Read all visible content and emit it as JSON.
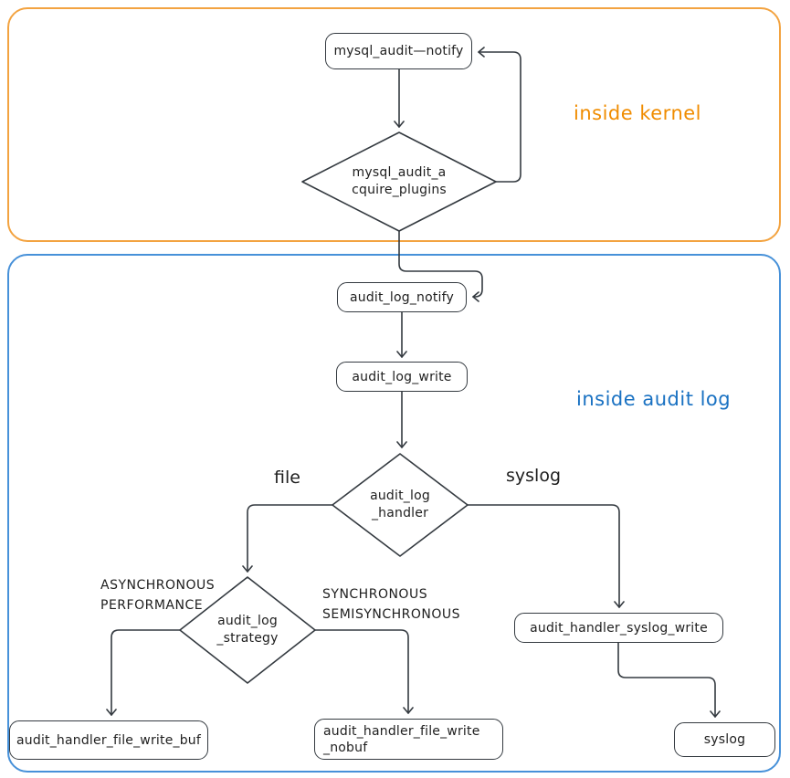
{
  "regions": {
    "kernel": {
      "label": "inside kernel",
      "border_color": "#f3a340",
      "label_color": "#f08c00"
    },
    "audit_log": {
      "label": "inside audit log",
      "border_color": "#4791d9",
      "label_color": "#1971c2"
    }
  },
  "nodes": {
    "mysql_audit_notify": {
      "label": "mysql_audit—notify"
    },
    "mysql_audit_acquire_plugins": {
      "line1": "mysql_audit_a",
      "line2": "cquire_plugins"
    },
    "audit_log_notify": {
      "label": "audit_log_notify"
    },
    "audit_log_write": {
      "label": "audit_log_write"
    },
    "audit_log_handler": {
      "line1": "audit_log",
      "line2": "_handler"
    },
    "audit_log_strategy": {
      "line1": "audit_log",
      "line2": "_strategy"
    },
    "audit_handler_syslog_write": {
      "label": "audit_handler_syslog_write"
    },
    "audit_handler_file_write_buf": {
      "label": "audit_handler_file_write_buf"
    },
    "audit_handler_file_write_nobuf": {
      "line1": "audit_handler_file_write",
      "line2": "_nobuf"
    },
    "syslog": {
      "label": "syslog"
    }
  },
  "edge_labels": {
    "file": "file",
    "syslog": "syslog",
    "strategy_left_line1": "ASYNCHRONOUS",
    "strategy_left_line2": "PERFORMANCE",
    "strategy_right_line1": "SYNCHRONOUS",
    "strategy_right_line2": "SEMISYNCHRONOUS"
  },
  "colors": {
    "shape_stroke": "#343a40",
    "text": "#1e1e1e",
    "background": "#ffffff"
  }
}
